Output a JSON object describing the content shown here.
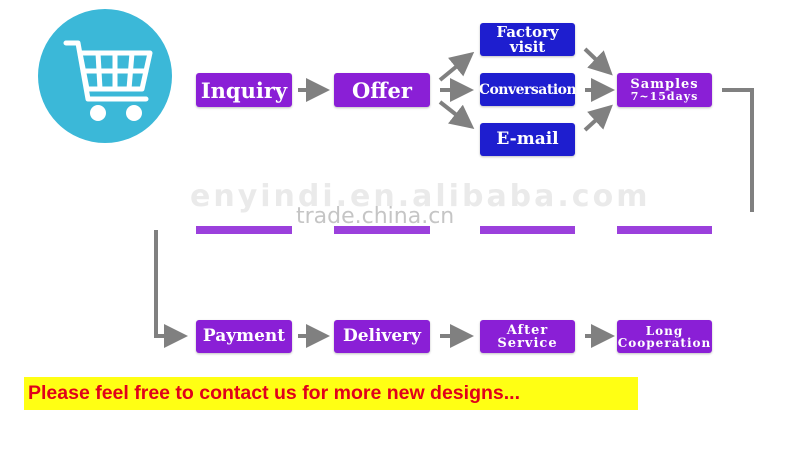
{
  "colors": {
    "step_purple": "#8a1fd6",
    "option_blue": "#1e1ecf",
    "connector_gray": "#808080",
    "cart_circle": "#3bb8d8",
    "banner_bg": "#ffff14",
    "banner_text": "#e0001b"
  },
  "icon": "shopping-cart-icon",
  "process": {
    "row1": {
      "inquiry": "Inquiry",
      "offer": "Offer",
      "options": [
        "Factory visit",
        "Conversation",
        "E-mail"
      ],
      "samples": {
        "line1": "Samples",
        "line2": "7~15days"
      }
    },
    "row2": {
      "payment": "Payment",
      "delivery": "Delivery",
      "after_service": {
        "line1": "After",
        "line2": "Service"
      },
      "long_cooperation": {
        "line1": "Long",
        "line2": "Cooperation"
      }
    }
  },
  "watermark": {
    "ghost": "enyindi.en.alibaba.com",
    "site": "trade.china.cn"
  },
  "banner": "Please feel free to contact us for more new designs..."
}
